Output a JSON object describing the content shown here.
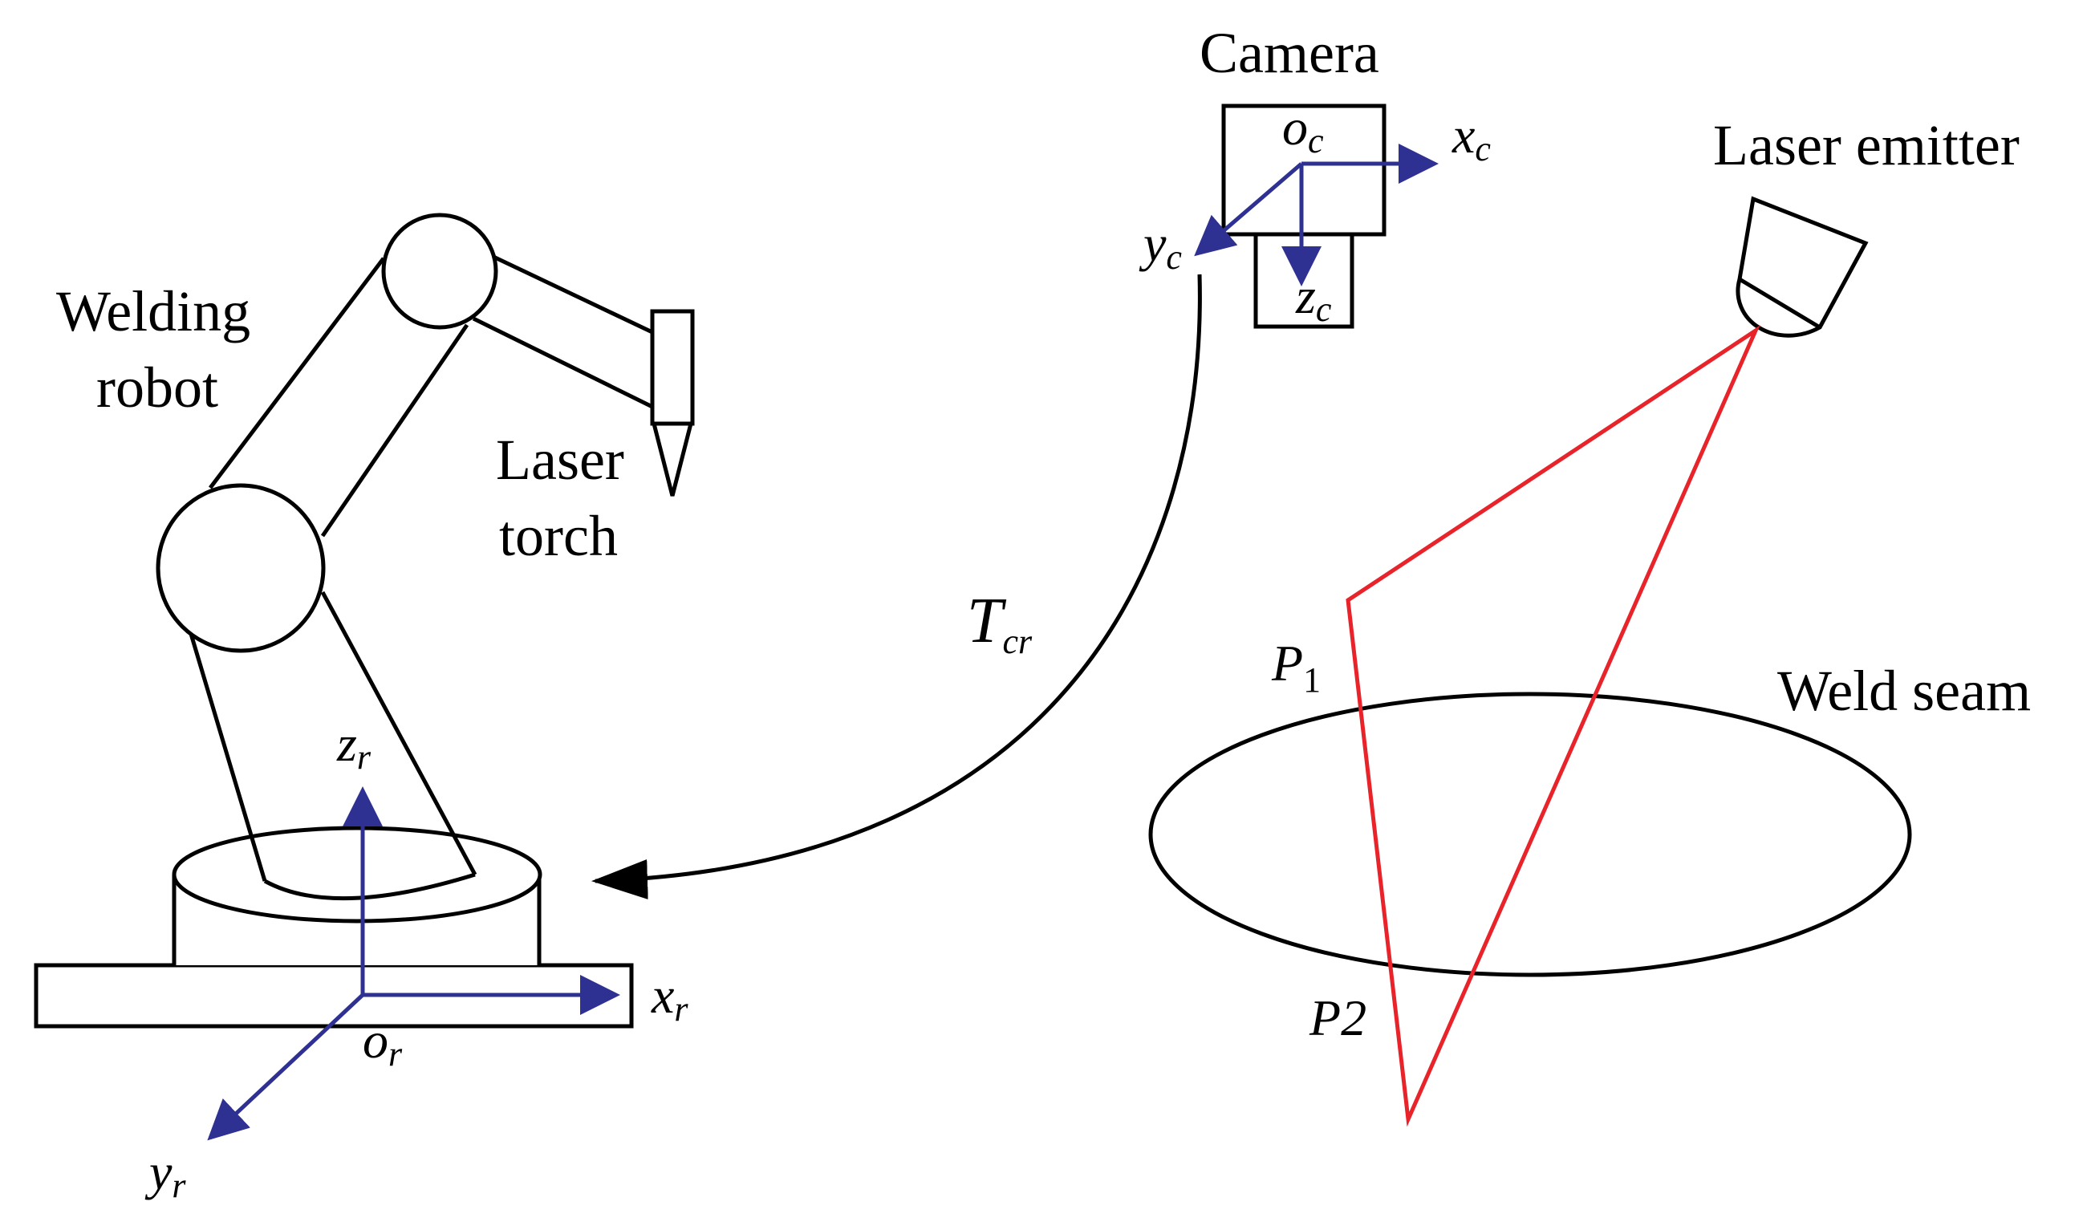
{
  "labels": {
    "welding_robot_line1": "Welding",
    "welding_robot_line2": "robot",
    "laser_torch_line1": "Laser",
    "laser_torch_line2": "torch",
    "camera": "Camera",
    "laser_emitter": "Laser emitter",
    "weld_seam": "Weld seam",
    "transform_main": "T",
    "transform_sub": "cr",
    "point1_main": "P",
    "point1_sub": "1",
    "point2": "P2"
  },
  "robot_axes": {
    "origin_main": "o",
    "origin_sub": "r",
    "x_main": "x",
    "x_sub": "r",
    "y_main": "y",
    "y_sub": "r",
    "z_main": "z",
    "z_sub": "r"
  },
  "camera_axes": {
    "origin_main": "o",
    "origin_sub": "c",
    "x_main": "x",
    "x_sub": "c",
    "y_main": "y",
    "y_sub": "c",
    "z_main": "z",
    "z_sub": "c"
  },
  "colors": {
    "axis": "#2e3192",
    "laser": "#e8232a",
    "outline": "#000000"
  }
}
